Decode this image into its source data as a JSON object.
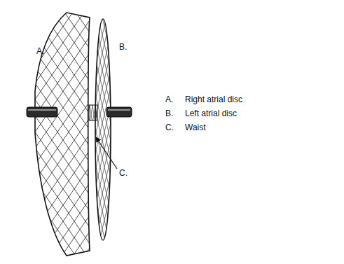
{
  "diagram": {
    "labels": [
      "A.",
      "B.",
      "C.",
      "A.",
      "Right atrial disc",
      "B.",
      "Left atrial disc",
      "C.",
      "Waist"
    ]
  }
}
